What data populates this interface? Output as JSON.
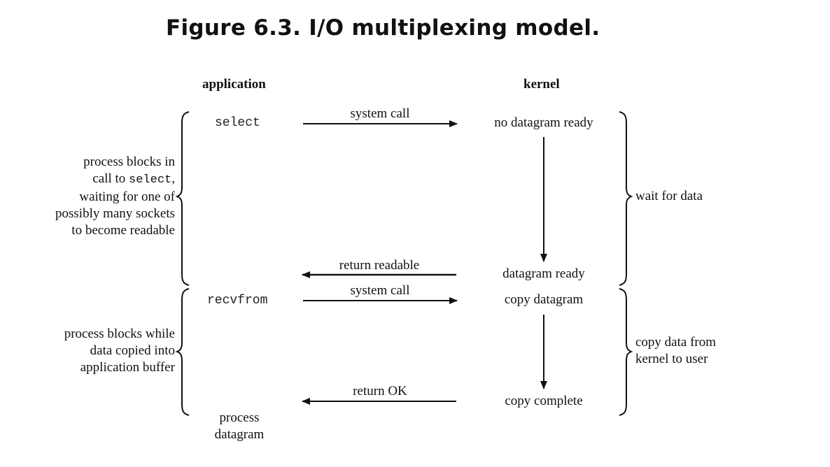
{
  "title": "Figure 6.3. I/O multiplexing model.",
  "headers": {
    "application": "application",
    "kernel": "kernel"
  },
  "application_calls": {
    "select": "select",
    "recvfrom": "recvfrom",
    "process_datagram": "process\ndatagram"
  },
  "kernel_states": {
    "no_datagram_ready": "no datagram ready",
    "datagram_ready": "datagram ready",
    "copy_datagram": "copy datagram",
    "copy_complete": "copy complete"
  },
  "arrow_labels": {
    "system_call_1": "system call",
    "return_readable": "return readable",
    "system_call_2": "system call",
    "return_ok": "return OK"
  },
  "left_notes": {
    "blocks_select_line1": "process blocks in",
    "blocks_select_line2_prefix": "call to ",
    "blocks_select_line2_code": "select",
    "blocks_select_line2_suffix": ",",
    "blocks_select_line3": "waiting for one of",
    "blocks_select_line4": "possibly many sockets",
    "blocks_select_line5": "to become readable",
    "blocks_copy": "process blocks while\ndata copied into\napplication buffer"
  },
  "right_notes": {
    "wait_for_data": "wait for data",
    "copy_data": "copy data from\nkernel to user"
  }
}
